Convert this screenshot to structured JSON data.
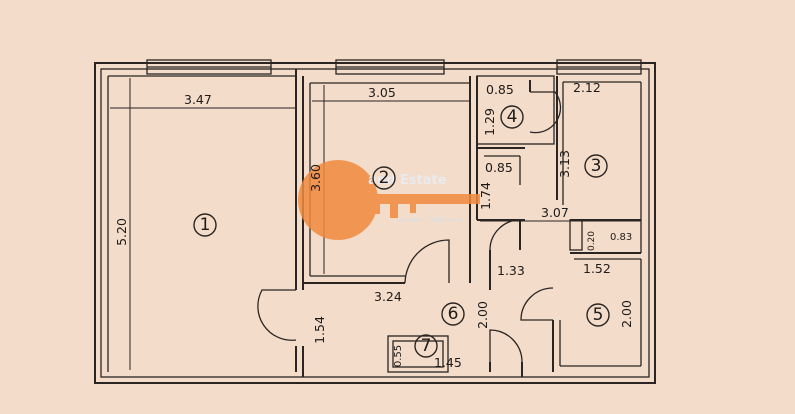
{
  "floorplan": {
    "rooms": [
      {
        "id": "1",
        "label": "1"
      },
      {
        "id": "2",
        "label": "2"
      },
      {
        "id": "3",
        "label": "3"
      },
      {
        "id": "4",
        "label": "4"
      },
      {
        "id": "5",
        "label": "5"
      },
      {
        "id": "6",
        "label": "6"
      },
      {
        "id": "7",
        "label": "7"
      }
    ],
    "dimensions": {
      "r1_width": "3.47",
      "r1_height": "5.20",
      "r2_width": "3.05",
      "r2_height": "3.60",
      "r4_width": "0.85",
      "r4_height": "1.29",
      "closet_width": "0.85",
      "closet_height": "1.74",
      "r3_width": "2.12",
      "r3_height": "3.13",
      "r3_bottom": "3.07",
      "niche_a": "0.20",
      "niche_b": "0.83",
      "hall_width": "3.24",
      "hall_height": "1.54",
      "r6_width": "1.33",
      "r6_height": "2.00",
      "r5_width": "1.52",
      "r5_height": "2.00",
      "r7_width": "1.45",
      "r7_height": "0.55"
    }
  },
  "watermark": {
    "brand": "and Estate",
    "tagline": "agentie imobiliara",
    "color": "#f08a3e"
  }
}
